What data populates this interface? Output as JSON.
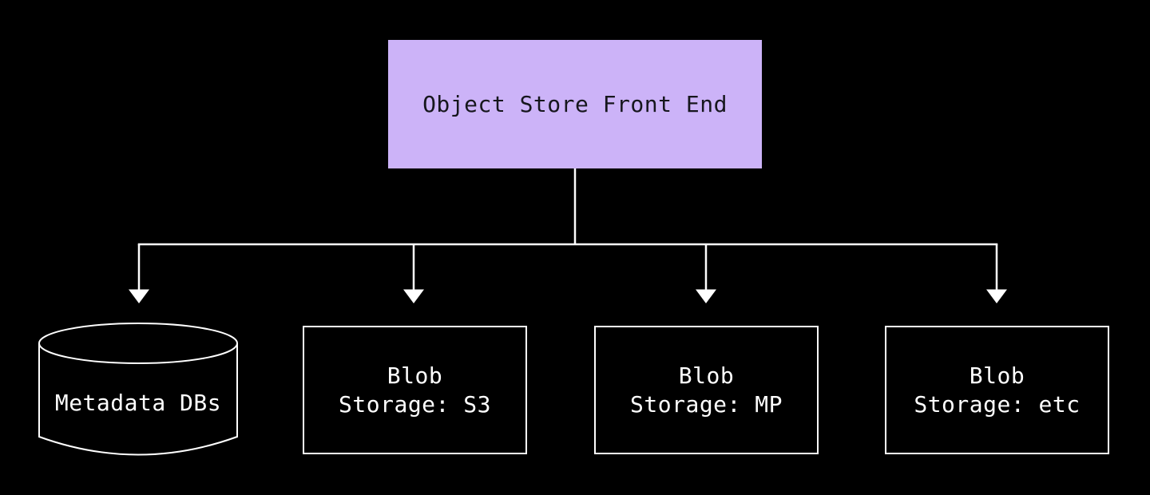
{
  "diagram": {
    "type": "architecture-tree",
    "colors": {
      "background": "#000000",
      "connector": "#ffffff",
      "node_border": "#ffffff",
      "node_text": "#ffffff",
      "root_fill": "#ccb3f8",
      "root_text": "#16161d"
    },
    "root": {
      "id": "object-store-front-end",
      "label": "Object Store Front End",
      "shape": "rect-filled"
    },
    "nodes": [
      {
        "id": "metadata-dbs",
        "shape": "cylinder",
        "label": "Metadata DBs"
      },
      {
        "id": "blob-storage-s3",
        "shape": "rect",
        "lines": [
          "Blob",
          "Storage: S3"
        ]
      },
      {
        "id": "blob-storage-mp",
        "shape": "rect",
        "lines": [
          "Blob",
          "Storage: MP"
        ]
      },
      {
        "id": "blob-storage-etc",
        "shape": "rect",
        "lines": [
          "Blob",
          "Storage: etc"
        ]
      }
    ],
    "edges": [
      {
        "from": "object-store-front-end",
        "to": "metadata-dbs",
        "arrow": "down"
      },
      {
        "from": "object-store-front-end",
        "to": "blob-storage-s3",
        "arrow": "down"
      },
      {
        "from": "object-store-front-end",
        "to": "blob-storage-mp",
        "arrow": "down"
      },
      {
        "from": "object-store-front-end",
        "to": "blob-storage-etc",
        "arrow": "down"
      }
    ]
  }
}
